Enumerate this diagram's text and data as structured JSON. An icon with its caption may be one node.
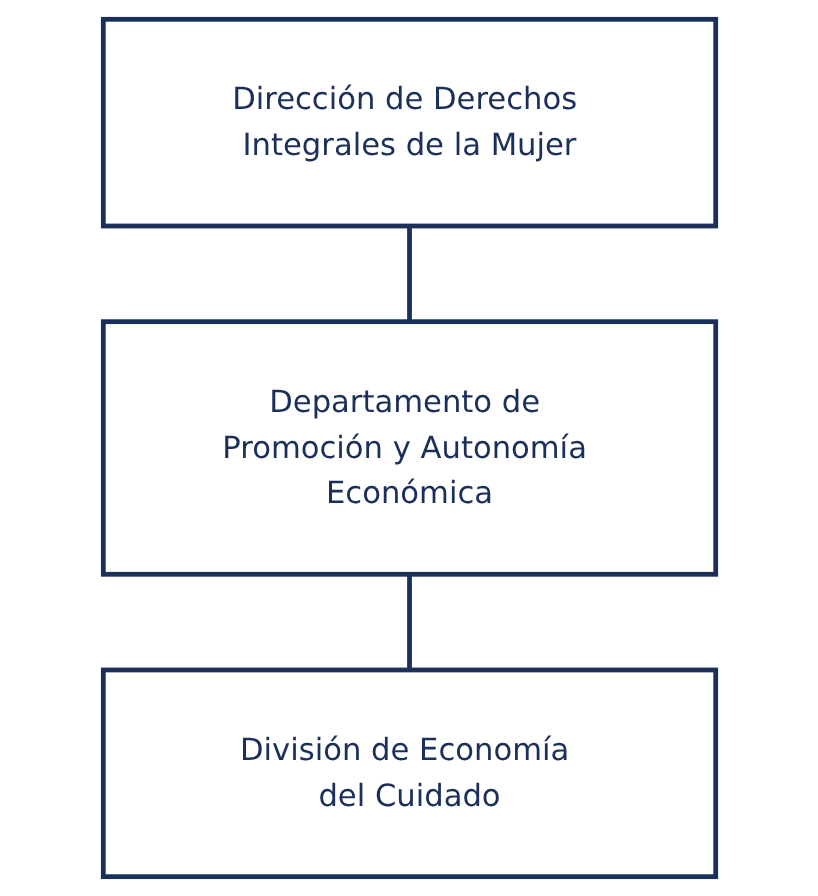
{
  "diagram": {
    "nodes": [
      {
        "text": [
          "Dirección de Derechos Integrales de la Mujer"
        ]
      },
      {
        "text": [
          "Departamento de Promoción y Autonomía Económica"
        ]
      },
      {
        "text": [
          "División de Economía del Cuidado"
        ]
      }
    ],
    "edges": [
      {
        "from": 0,
        "to": 1,
        "arrow": "none"
      },
      {
        "from": 1,
        "to": 2,
        "arrow": "none"
      }
    ]
  }
}
